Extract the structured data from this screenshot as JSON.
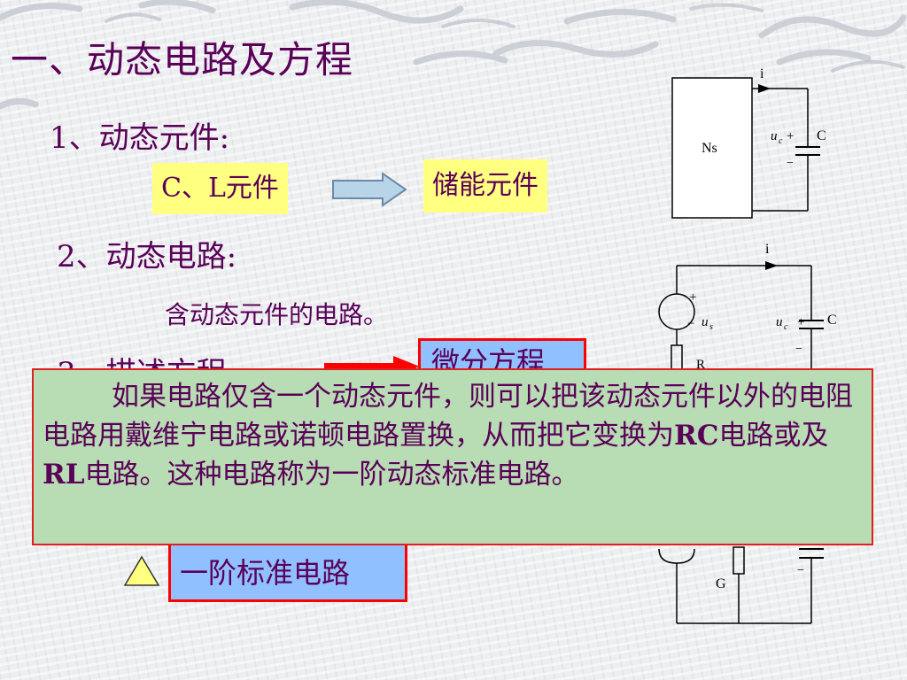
{
  "title": "一、动态电路及方程",
  "section1": {
    "heading": "1、动态元件:",
    "cl_elements": "C、L元件",
    "energy_storage": "储能元件"
  },
  "section2": {
    "heading": "2、动态电路:",
    "definition": "含动态元件的电路。"
  },
  "section3": {
    "heading": "3、描述方程:",
    "diff_eq": "微分方程"
  },
  "note": {
    "part1": "如果电路仅含一个动态元件，则可以把该动态元件以外的电阻电路用戴维宁电路或诺顿电路置换，从而把它变换为",
    "rc": "RC",
    "part2": "电路或及",
    "rl": "RL",
    "part3": "电路。这种电路称为一阶动态标准电路。"
  },
  "first_order_label": "一阶标准电路",
  "circuit1": {
    "current": "i",
    "network": "Ns",
    "voltage_u": "u",
    "voltage_sub": "c",
    "plus": "+",
    "minus": "−",
    "capacitor": "C"
  },
  "circuit2": {
    "current": "i",
    "source_plus": "+",
    "source_minus": "−",
    "source_u": "u",
    "source_sub": "s",
    "voltage_u": "u",
    "voltage_sub": "c",
    "plus": "+",
    "minus": "−",
    "capacitor": "C",
    "resistor": "R"
  },
  "circuit3": {
    "conductance": "G",
    "minus": "−"
  },
  "colors": {
    "title_text": "#5a0058",
    "yellow_box": "#ffff80",
    "blue_box": "#90c0ff",
    "green_box": "#b8dcb4",
    "red_border": "#ff0000"
  }
}
